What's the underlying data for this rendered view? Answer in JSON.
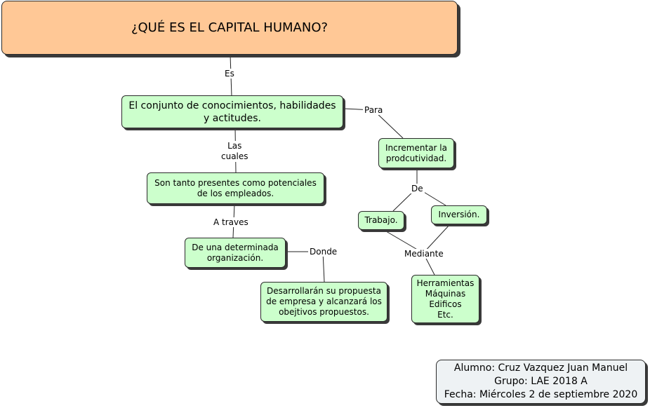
{
  "diagram": {
    "title": "¿QUÉ ES EL CAPITAL HUMANO?",
    "nodes": {
      "definition": "El conjunto de conocimientos, habilidades\ny actitudes.",
      "present": "Son tanto presentes como potenciales\nde los empleados.",
      "organization": "De una determinada\norganización.",
      "develop": "Desarrollarán su propuesta\nde empresa y alcanzará los\nobejtivos propuestos.",
      "productivity": "Incrementar la\nprodcutividad.",
      "work": "Trabajo.",
      "investment": "Inversión.",
      "tools": "Herramientas\nMáquinas\nEdificos\nEtc."
    },
    "links": {
      "es": "Es",
      "las_cuales": "Las\ncuales",
      "a_traves": "A traves",
      "donde": "Donde",
      "para": "Para",
      "de": "De",
      "mediante": "Mediante"
    },
    "student_info": {
      "line1": "Alumno: Cruz Vazquez Juan Manuel",
      "line2": "Grupo: LAE 2018 A",
      "line3": "Fecha: Miércoles 2 de septiembre 2020"
    }
  }
}
